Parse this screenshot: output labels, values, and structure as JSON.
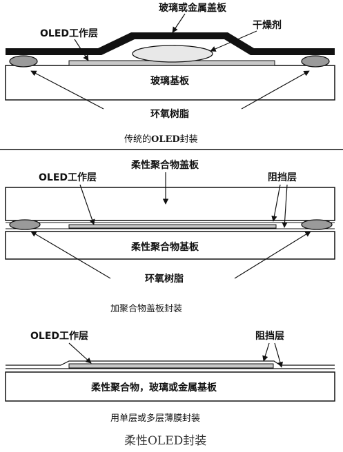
{
  "colors": {
    "ink": "#111111",
    "layer_fill": "#c8c8c8",
    "desiccant_fill": "#e8e8e8",
    "epoxy_fill": "#9a9a9a"
  },
  "section1": {
    "label_cover": "玻璃或金属盖板",
    "label_oled": "OLED工作层",
    "label_desiccant": "干燥剂",
    "label_substrate": "玻璃基板",
    "label_epoxy": "环氧树脂",
    "caption_prefix": "传统的",
    "caption_strong": "OLED",
    "caption_suffix": "封装"
  },
  "section2": {
    "label_cover": "柔性聚合物盖板",
    "label_oled": "OLED工作层",
    "label_barrier": "阻挡层",
    "label_substrate": "柔性聚合物基板",
    "label_epoxy": "环氧树脂",
    "caption": "加聚合物盖板封装"
  },
  "section3": {
    "label_oled": "OLED工作层",
    "label_barrier": "阻挡层",
    "label_substrate": "柔性聚合物，玻璃或金属基板",
    "caption": "用单层或多层薄膜封装"
  },
  "title": "柔性OLED封装"
}
